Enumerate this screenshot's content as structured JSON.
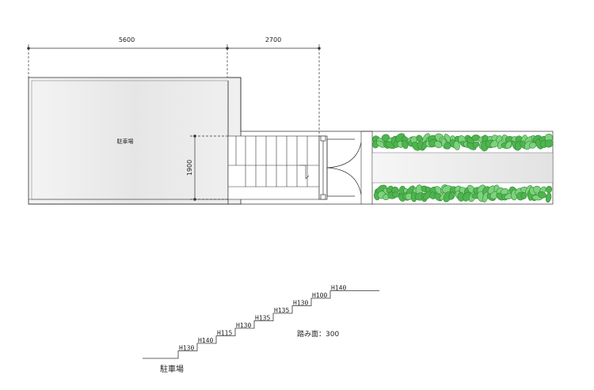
{
  "plan": {
    "dimensions": {
      "width_parking": "5600",
      "width_stairs": "2700",
      "height_stairs": "1900"
    },
    "parking_label": "駐車場"
  },
  "section": {
    "steps": [
      {
        "label": "H130"
      },
      {
        "label": "H140"
      },
      {
        "label": "H115"
      },
      {
        "label": "H130"
      },
      {
        "label": "H135"
      },
      {
        "label": "H135"
      },
      {
        "label": "H130"
      },
      {
        "label": "H100"
      },
      {
        "label": "H140"
      }
    ],
    "tread_label": "踏み面：300",
    "floor_label": "駐車場"
  },
  "colors": {
    "line": "#333333",
    "grey_fill": "#ececec",
    "hedge_dark": "#2e8b2e",
    "hedge_light": "#7ed27e"
  }
}
